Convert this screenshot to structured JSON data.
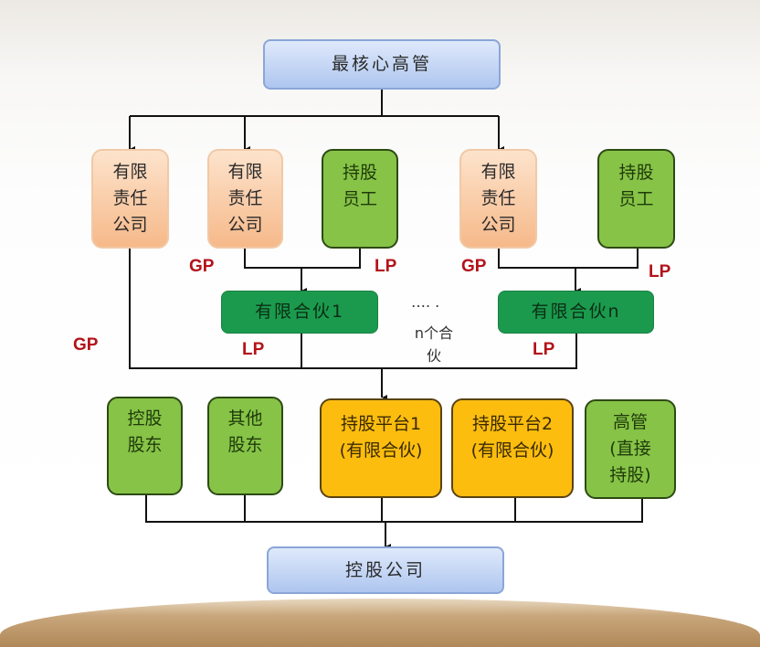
{
  "top": "最核心高管",
  "row2": [
    {
      "text": "有限责任公司",
      "lines": [
        "有限",
        "责任",
        "公司"
      ]
    },
    {
      "text": "有限责任公司",
      "lines": [
        "有限",
        "责任",
        "公司"
      ]
    },
    {
      "text": "持股员工",
      "lines": [
        "持股",
        "员工"
      ]
    },
    {
      "text": "有限责任公司",
      "lines": [
        "有限",
        "责任",
        "公司"
      ]
    },
    {
      "text": "持股员工",
      "lines": [
        "持股",
        "员工"
      ]
    }
  ],
  "partnerships": [
    "有限合伙1",
    "有限合伙n"
  ],
  "ellipsis": "…. .",
  "n_note": [
    "n个合",
    "伙"
  ],
  "labels": {
    "gp": "GP",
    "lp": "LP"
  },
  "row3": [
    {
      "lines": [
        "控股",
        "股东"
      ]
    },
    {
      "lines": [
        "其他",
        "股东"
      ]
    },
    {
      "lines": [
        "持股平台1",
        "(有限合伙)"
      ]
    },
    {
      "lines": [
        "持股平台2",
        "(有限合伙)"
      ]
    },
    {
      "lines": [
        "高管",
        "(直接",
        "持股)"
      ]
    }
  ],
  "bottom": "控股公司"
}
